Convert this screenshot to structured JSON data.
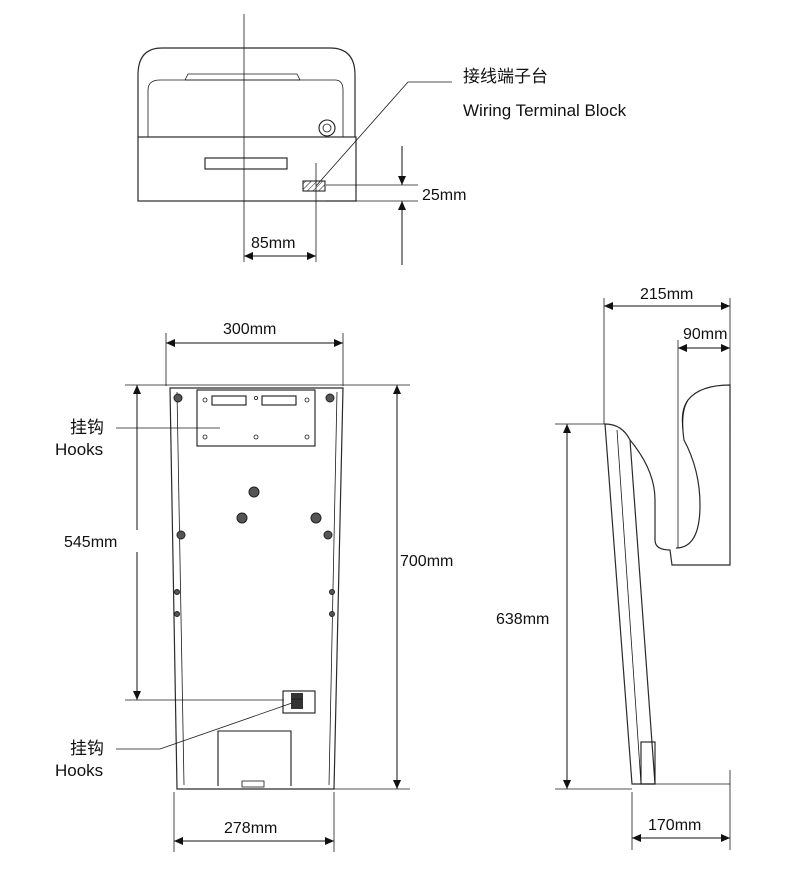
{
  "labels": {
    "wiring_cn": "接线端子台",
    "wiring_en": "Wiring Terminal Block",
    "hooks_top_cn": "挂钩",
    "hooks_top_en": "Hooks",
    "hooks_bottom_cn": "挂钩",
    "hooks_bottom_en": "Hooks"
  },
  "dimensions": {
    "terminal_height": "25mm",
    "terminal_offset": "85mm",
    "top_width": "300mm",
    "bottom_width": "278mm",
    "total_height": "700mm",
    "hook_spacing": "545mm",
    "side_depth": "215mm",
    "slot_depth": "90mm",
    "side_height": "638mm",
    "base_depth": "170mm"
  },
  "colors": {
    "line": "#1a1a1a",
    "background": "#ffffff"
  }
}
